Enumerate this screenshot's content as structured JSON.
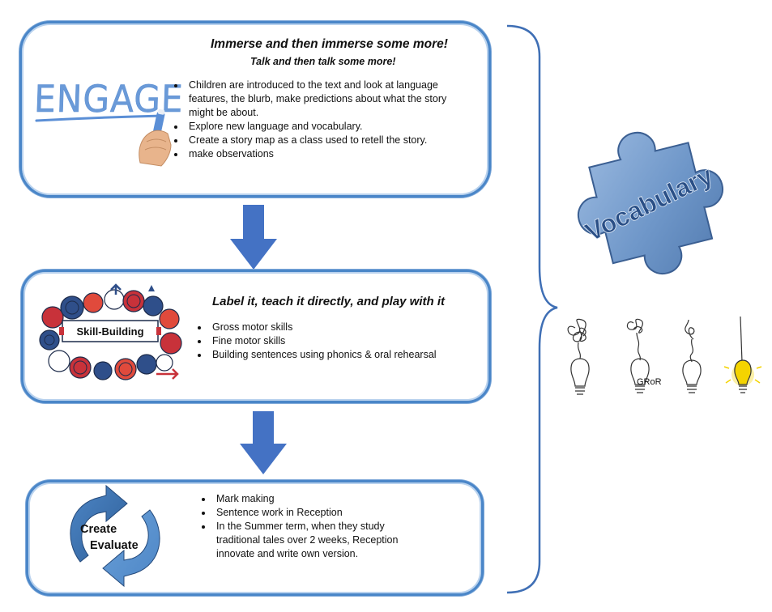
{
  "engage": {
    "heading": "Immerse and then immerse some more!",
    "subheading": "Talk and then talk some more!",
    "logo_text": "ENGAGE",
    "bullets": [
      "Children are introduced to the text and look at language features, the blurb, make predictions about what the story might be about.",
      "Explore new language and vocabulary.",
      "Create a story map as a class used to retell the story.",
      "make observations"
    ]
  },
  "skill": {
    "heading": "Label it, teach it directly, and play with it",
    "graphic_text": "Skill-Building",
    "bullets": [
      "Gross motor skills",
      "Fine motor skills",
      "Building sentences using phonics & oral rehearsal"
    ]
  },
  "create": {
    "cycle_labels": [
      "Create",
      "Evaluate"
    ],
    "bullets": [
      "Mark making",
      "Sentence work in Reception",
      "In the Summer term, when they study traditional tales over 2 weeks, Reception innovate and write own version."
    ]
  },
  "sidebar": {
    "puzzle_text": "Vocabulary",
    "bulbs_label": "GRoR"
  },
  "colors": {
    "box_border": "#4a86c8",
    "arrow": "#4472c4",
    "bracket": "#3f6fb5",
    "puzzle": "#6f97c9",
    "cycle_blue": "#3b6ea8",
    "bulb_yellow": "#f4d400"
  },
  "icons": [
    "down-arrow-icon",
    "hand-marker-icon",
    "puzzle-piece-icon",
    "cycle-arrows-icon",
    "light-bulb-icon"
  ]
}
